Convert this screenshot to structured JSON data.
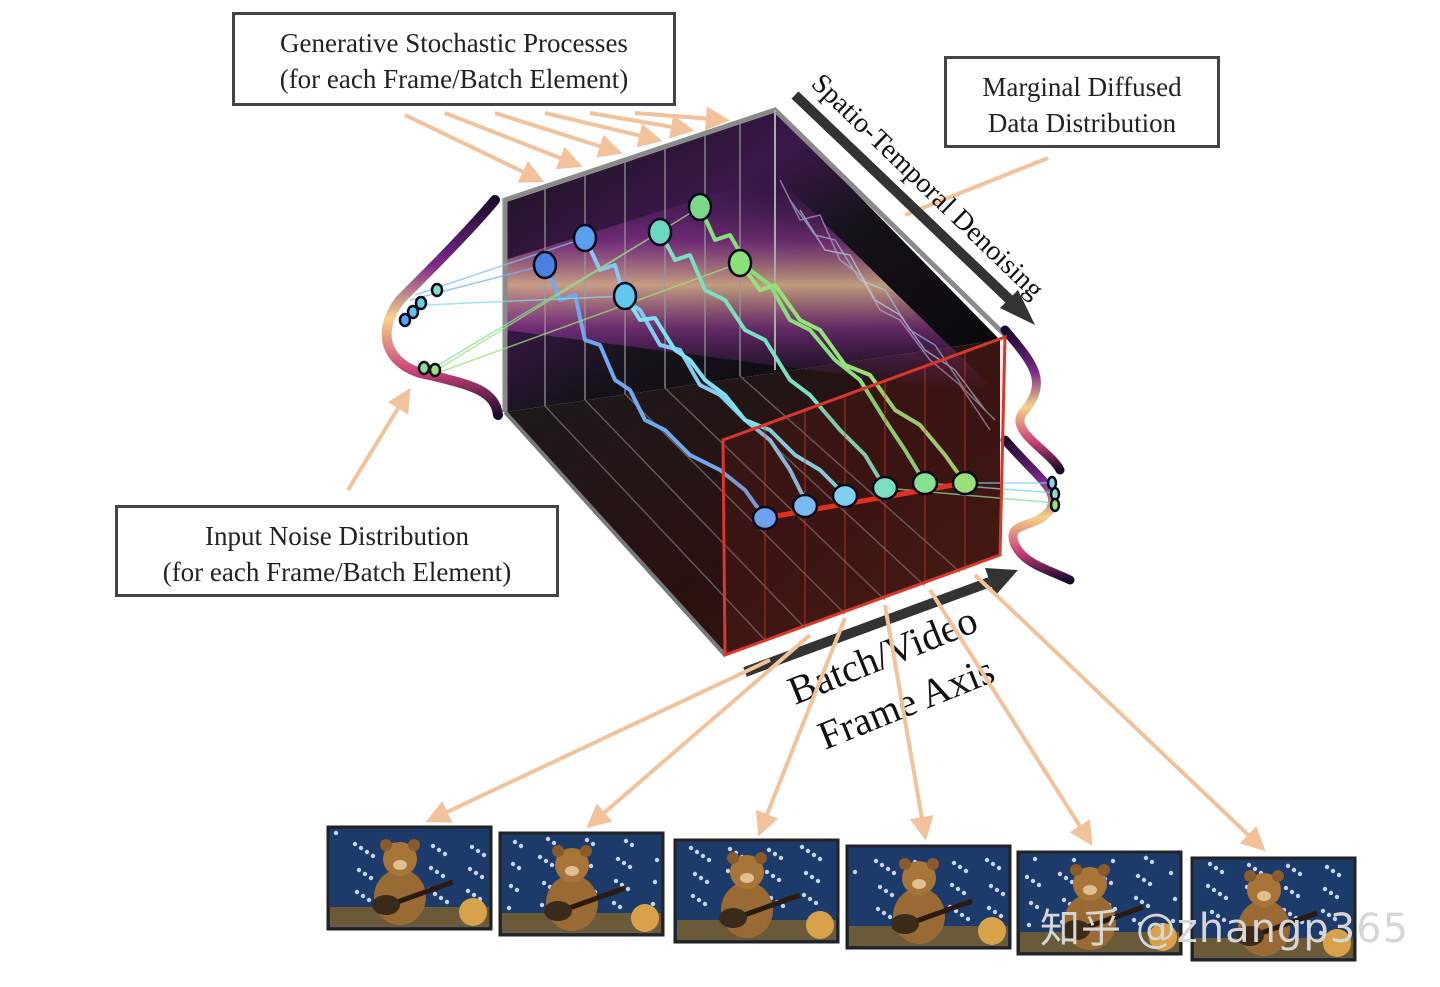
{
  "labels": {
    "generative_line1": "Generative Stochastic Processes",
    "generative_line2": "(for each Frame/Batch Element)",
    "marginal_line1": "Marginal Diffused",
    "marginal_line2": "Data Distribution",
    "input_line1": "Input Noise Distribution",
    "input_line2": "(for each Frame/Batch Element)",
    "spatio_temporal": "Spatio-Temporal Denoising",
    "batch_axis_line1": "Batch/Video",
    "batch_axis_line2": "Frame Axis"
  },
  "frames": [
    {
      "name": "frame-1"
    },
    {
      "name": "frame-2"
    },
    {
      "name": "frame-3"
    },
    {
      "name": "frame-4"
    },
    {
      "name": "frame-5"
    },
    {
      "name": "frame-6"
    }
  ],
  "watermark": {
    "cjk": "知乎",
    "handle": "@zhangp365"
  },
  "colors": {
    "arrow": "#f2c39b",
    "box_border": "#444444",
    "red_frame": "#d8382a",
    "path_blue": "#6fa8f0",
    "path_cyan": "#7fe0f0",
    "path_green": "#86e07a"
  }
}
